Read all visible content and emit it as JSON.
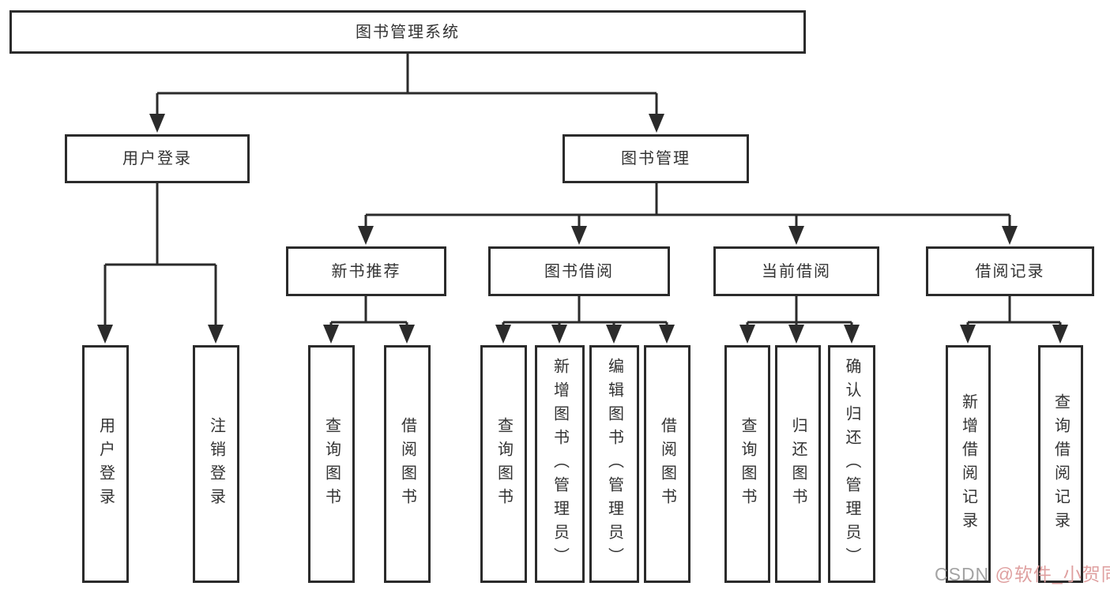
{
  "root": {
    "label": "图书管理系统"
  },
  "level2": [
    {
      "label": "用户登录"
    },
    {
      "label": "图书管理"
    }
  ],
  "level3": [
    {
      "label": "新书推荐"
    },
    {
      "label": "图书借阅"
    },
    {
      "label": "当前借阅"
    },
    {
      "label": "借阅记录"
    }
  ],
  "leaves": {
    "user_login": [
      "用户登录",
      "注销登录"
    ],
    "new_book": [
      "查询图书",
      "借阅图书"
    ],
    "borrow": [
      "查询图书",
      "新增图书（管理员）",
      "编辑图书（管理员）",
      "借阅图书"
    ],
    "current": [
      "查询图书",
      "归还图书",
      "确认归还（管理员）"
    ],
    "records": [
      "新增借阅记录",
      "查询借阅记录"
    ]
  },
  "watermark": {
    "prefix": "CSDN ",
    "handle": "@软件_小贺同学"
  },
  "colors": {
    "line": "#2b2b2b",
    "box_border": "#2b2b2b",
    "box_fill": "#ffffff",
    "text": "#333333",
    "watermark_prefix": "#a3a3a3",
    "watermark_handle": "#dfa0a0",
    "background": "#ffffff"
  }
}
